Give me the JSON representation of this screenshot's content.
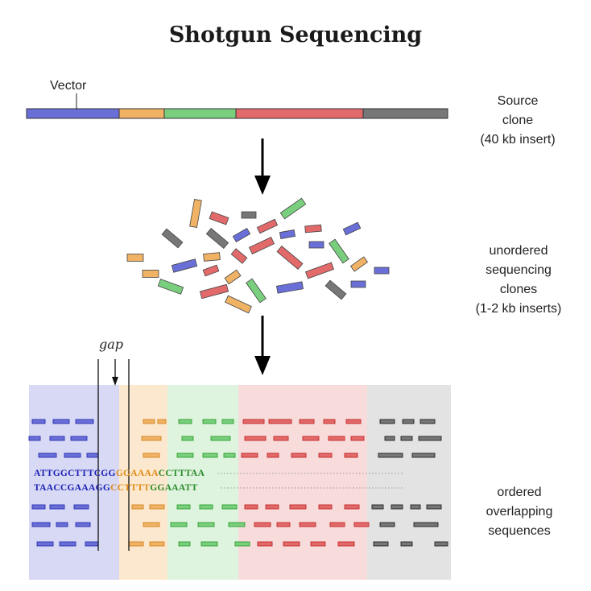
{
  "title": "Shotgun Sequencing",
  "vector_label": "Vector",
  "gap_label": "gap",
  "source_clone_label": [
    "Source",
    "clone",
    "(40 kb insert)"
  ],
  "unordered_label": [
    "unordered",
    "sequencing",
    "clones",
    "(1-2 kb inserts)"
  ],
  "ordered_label": [
    "ordered",
    "overlapping",
    "sequences"
  ],
  "colors": {
    "blue": "#6a6fd8",
    "orange": "#f0b264",
    "green": "#79cf7d",
    "red": "#e36a6a",
    "gray": "#777777"
  },
  "sequence": {
    "top": [
      {
        "text": "ATTGGCTTT",
        "color": "blue"
      },
      {
        "text": "CGG",
        "color": "blue"
      },
      {
        "text": "GGAAAA",
        "color": "orange"
      },
      {
        "text": "CCTTTAA",
        "color": "green"
      }
    ],
    "bottom": [
      {
        "text": "TAACCGAAA",
        "color": "blue"
      },
      {
        "text": "GG",
        "color": "blue"
      },
      {
        "text": "CCTTTT",
        "color": "orange"
      },
      {
        "text": "GGAAATT",
        "color": "green"
      }
    ]
  }
}
